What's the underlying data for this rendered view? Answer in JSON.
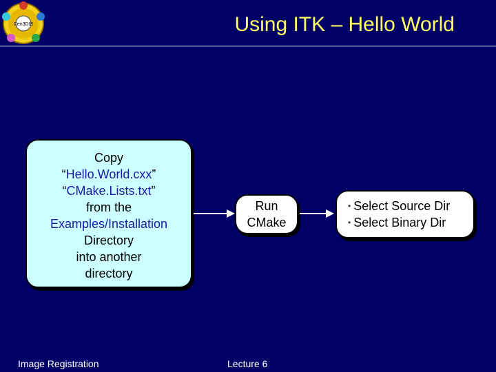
{
  "slide": {
    "title": "Using ITK – Hello World",
    "logo_text": "Cen3DIS",
    "steps": {
      "copy": {
        "line1": "Copy",
        "file1_open": "“",
        "file1_name": "Hello.World.cxx",
        "file1_close": "”",
        "file2_open": "“",
        "file2_name": "CMake.Lists.txt",
        "file2_close": "”",
        "from": "from the",
        "path": "Examples/Installation",
        "directory": "Directory",
        "into": "into another",
        "dest": "directory"
      },
      "run": {
        "line1": "Run",
        "line2": "CMake"
      },
      "select": {
        "bullet": "•",
        "items": [
          "Select Source Dir",
          "Select Binary Dir"
        ]
      }
    },
    "footer": {
      "left": "Image Registration",
      "center": "Lecture 6"
    }
  },
  "colors": {
    "background": "#000066",
    "title": "#ffff66",
    "copy_box": "#ccffff",
    "highlight_text": "#1a1aa6"
  }
}
